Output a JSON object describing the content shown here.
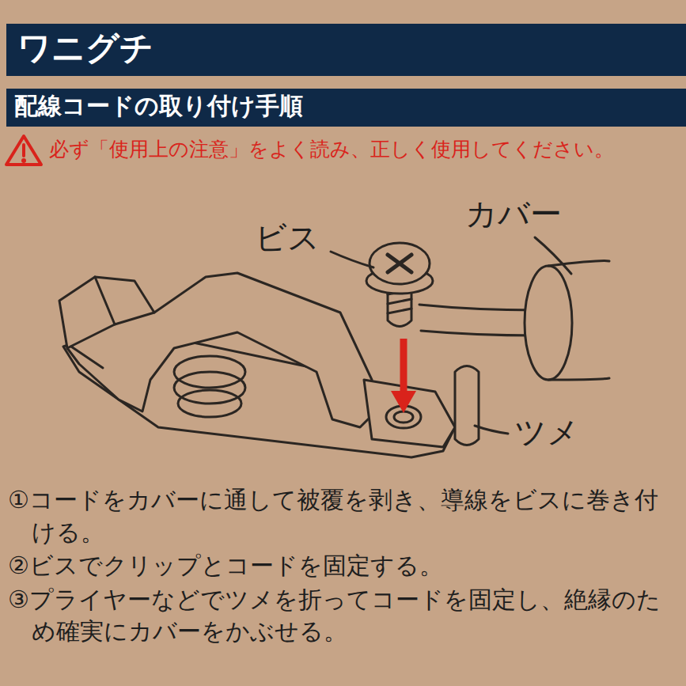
{
  "diagram": {
    "title": "ワニグチ",
    "nodes": [
      {
        "text": [
          "配線コードの取り付け手順"
        ]
      }
    ],
    "labels": [
      "必ず「使用上の注意」をよく読み、正しく使用してください。",
      "ビス",
      "カバー",
      "ツメ",
      "①コードをカバーに通して被覆を剥き、導線をビスに巻き付ける。",
      "②ビスでクリップとコードを固定する。",
      "③プライヤーなどでツメを折ってコードを固定し、絶縁のため確実にカバーをかぶせる。"
    ]
  }
}
